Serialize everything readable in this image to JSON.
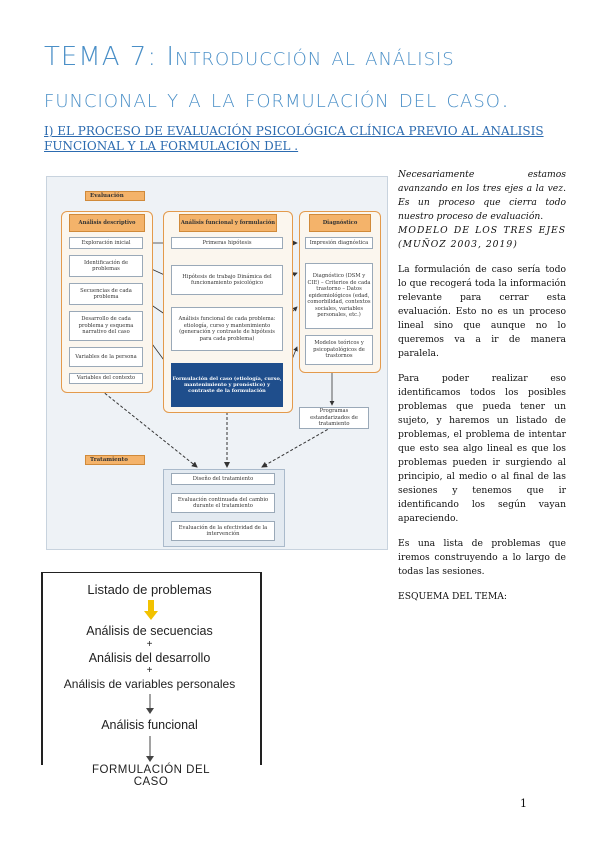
{
  "title": "TEMA 7: Introducción al análisis funcional y a la formulación del caso.",
  "subtitle": "I) EL PROCESO DE EVALUACIÓN PSICOLÓGICA CLÍNICA PREVIO AL ANALISIS FUNCIONAL Y LA FORMULACIÓN DEL .",
  "right_column": {
    "intro_italic": "Necesariamente estamos avanzando en los tres ejes a la vez. Es un proceso que cierra todo nuestro proceso de evaluación.",
    "model": "MODELO DE LOS TRES EJES (MUÑOZ 2003, 2019)",
    "p1": "La formulación de caso sería todo lo que recogerá toda la información relevante para cerrar esta evaluación. Esto no es un proceso lineal sino que aunque no lo queremos va a ir de manera paralela.",
    "p2": "Para poder realizar eso identificamos todos los posibles problemas que pueda tener un sujeto, y haremos un listado de problemas, el problema de intentar que esto sea algo lineal es que los problemas pueden ir surgiendo al principio, al medio o al final de las sesiones y tenemos que ir identificando los según vayan apareciendo.",
    "p3": "Es una lista de problemas que iremos construyendo a lo largo de todas las sesiones.",
    "p4": "ESQUEMA DEL TEMA:"
  },
  "diagram": {
    "evaluacion_tab": "Evaluación",
    "tratamiento_tab": "Tratamiento",
    "col1": {
      "head": "Análisis descriptivo",
      "items": [
        "Exploración inicial",
        "Identificación de problemas",
        "Secuencias de cada problema",
        "Desarrollo de cada problema y esquema narrativo del caso",
        "Variables de la persona",
        "Variables del contexto"
      ]
    },
    "col2": {
      "head": "Análisis funcional y formulación",
      "items": [
        "Primeras hipótesis",
        "Hipótesis de trabajo Dinámica del funcionamiento psicológico",
        "Análisis funcional de cada problema: etiología, curso y mantenimiento (generación y contraste de hipótesis para cada problema)"
      ],
      "dark": "Formulación del caso (etiología, curso, mantenimiento y pronóstico) y contraste de la formulación"
    },
    "col3": {
      "head": "Diagnóstico",
      "items": [
        "Impresión diagnóstica",
        "Diagnóstico (DSM y CIE) – Criterios de cada trastorno – Datos epidemiológicos (edad, comorbilidad, contextos sociales, variables personales, etc.)",
        "Modelos teóricos y psicopatológicos de trastornos"
      ],
      "programs": "Programas estandarizados de tratamiento"
    },
    "treatment_items": [
      "Diseño del tratamiento",
      "Evaluación continuada del cambio durante el tratamiento",
      "Evaluación de la efectividad de la intervención"
    ]
  },
  "scheme": {
    "top": "Listado de problemas",
    "l1": "Análisis de secuencias",
    "plus1": "+",
    "l2": "Análisis del desarrollo",
    "plus2": "+",
    "l3": "Análisis de variables personales",
    "l4": "Análisis funcional",
    "bottom": "FORMULACIÓN DEL CASO"
  },
  "page_number": "1"
}
